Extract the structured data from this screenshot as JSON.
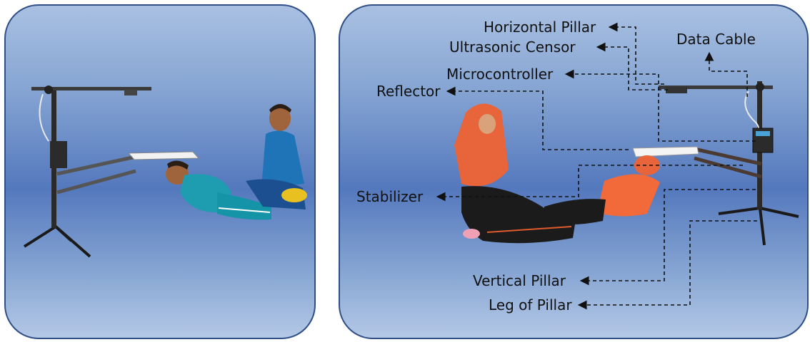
{
  "labels": {
    "horizontal_pillar": "Horizontal Pillar",
    "ultrasonic_censor": "Ultrasonic Censor",
    "data_cable": "Data Cable",
    "microcontroller": "Microcontroller",
    "reflector": "Reflector",
    "stabilizer": "Stabilizer",
    "vertical_pillar": "Vertical Pillar",
    "leg_of_pillar": "Leg of Pillar"
  }
}
